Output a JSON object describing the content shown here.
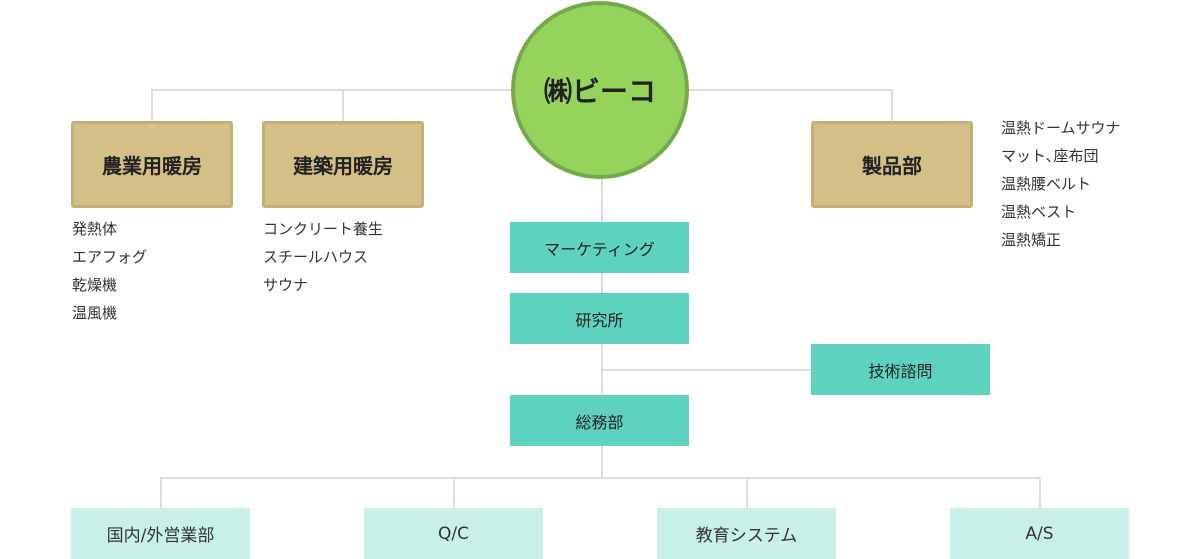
{
  "company": "㈱ビーコ",
  "divisions": [
    {
      "name": "農業用暖房",
      "products": [
        "発熱体",
        "エアフォグ",
        "乾燥機",
        "温風機"
      ]
    },
    {
      "name": "建築用暖房",
      "products": [
        "コンクリート養生",
        "スチールハウス",
        "サウナ"
      ]
    },
    {
      "name": "製品部",
      "products": [
        "温熱ドームサウナ",
        "マット､座布団",
        "温熱腰ベルト",
        "温熱ベスト",
        "温熱矯正"
      ]
    }
  ],
  "departments": [
    "マーケティング",
    "研究所",
    "総務部"
  ],
  "advisor": "技術諮問",
  "sub_departments": [
    "国内/外営業部",
    "Q/C",
    "教育システム",
    "A/S"
  ],
  "colors": {
    "circle": "#95d45b",
    "circle_border": "#76a94e",
    "division": "#d4bf87",
    "department": "#5dd2bf",
    "sub_department": "#c9f0e8",
    "connector": "#dddddd"
  }
}
